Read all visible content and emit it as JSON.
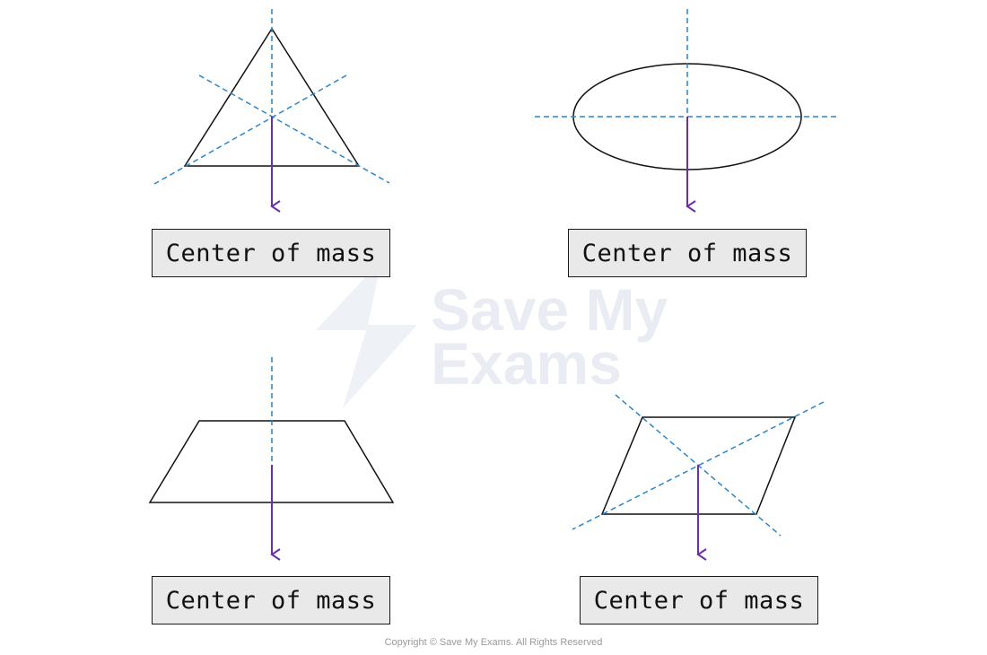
{
  "labels": {
    "triangle": "Center of mass",
    "ellipse": "Center of mass",
    "trapezoid": "Center of mass",
    "parallelogram": "Center of mass"
  },
  "watermark": {
    "line1": "Save My",
    "line2": "Exams"
  },
  "footer": {
    "copyright": "Copyright © Save My Exams. All Rights Reserved"
  },
  "colors": {
    "outline": "#111111",
    "symmetry_line": "#2a86c8",
    "weight_arrow": "#6b2fa6",
    "label_fill": "#e9e9e9"
  }
}
